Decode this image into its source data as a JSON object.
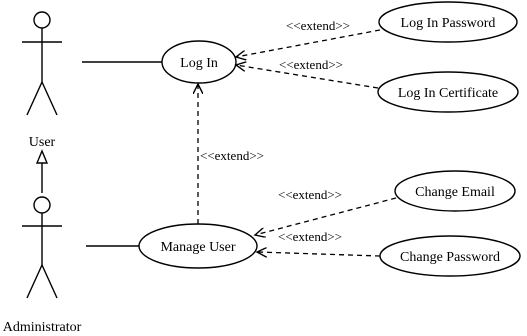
{
  "actors": {
    "user": "User",
    "administrator": "Administrator"
  },
  "use_cases": {
    "log_in": "Log In",
    "log_in_password": "Log In Password",
    "log_in_certificate": "Log In Certificate",
    "manage_user": "Manage User",
    "change_email": "Change Email",
    "change_password": "Change Password"
  },
  "relations": {
    "extend_log_in_password": "<<extend>>",
    "extend_log_in_certificate": "<<extend>>",
    "extend_manage_user": "<<extend>>",
    "extend_change_email": "<<extend>>",
    "extend_change_password": "<<extend>>"
  }
}
